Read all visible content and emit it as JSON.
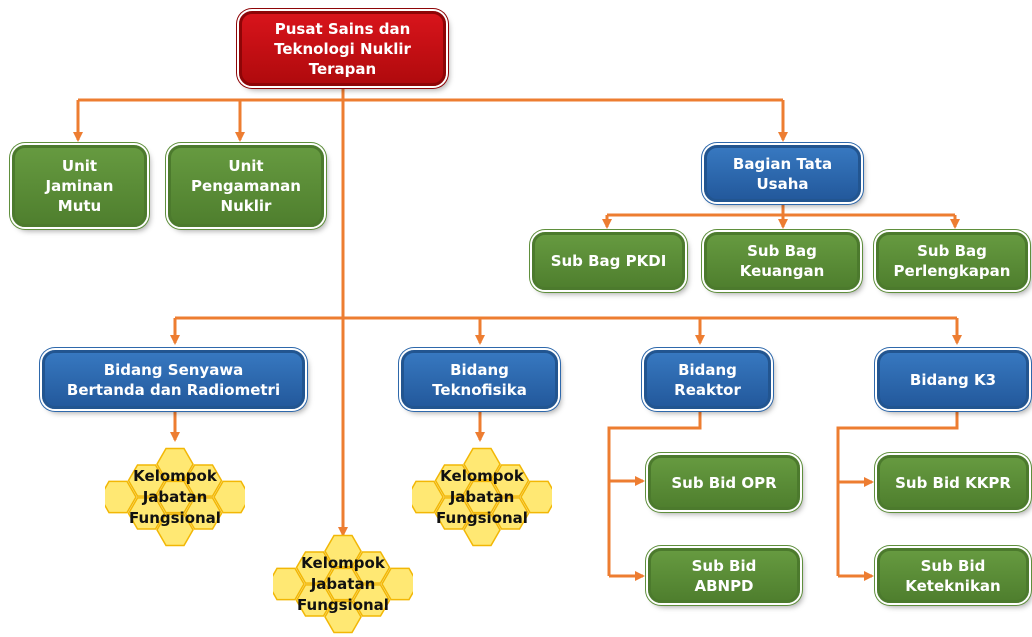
{
  "colors": {
    "connector": "#ed7d31",
    "root_fill": "#c00000",
    "unit_fill": "#5a8a36",
    "division_fill": "#2e6cb3",
    "honeycomb_fill": "#ffe873",
    "honeycomb_stroke": "#f2b705"
  },
  "root": {
    "label": "Pusat Sains dan\nTeknologi Nuklir\nTerapan"
  },
  "units": [
    {
      "label": "Unit\nJaminan\nMutu"
    },
    {
      "label": "Unit\nPengamanan\nNuklir"
    }
  ],
  "tata_usaha": {
    "label": "Bagian Tata\nUsaha",
    "subs": [
      {
        "label": "Sub Bag PKDI"
      },
      {
        "label": "Sub Bag\nKeuangan"
      },
      {
        "label": "Sub Bag\nPerlengkapan"
      }
    ]
  },
  "divisions": [
    {
      "label": "Bidang Senyawa\nBertanda dan Radiometri"
    },
    {
      "label": "Bidang\nTeknofisika"
    },
    {
      "label": "Bidang\nReaktor",
      "subs": [
        {
          "label": "Sub Bid OPR"
        },
        {
          "label": "Sub Bid\nABNPD"
        }
      ]
    },
    {
      "label": "Bidang K3",
      "subs": [
        {
          "label": "Sub Bid KKPR"
        },
        {
          "label": "Sub Bid\nKeteknikan"
        }
      ]
    }
  ],
  "functional_groups": [
    {
      "label": "Kelompok\nJabatan\nFungsional"
    },
    {
      "label": "Kelompok\nJabatan\nFungsional"
    },
    {
      "label": "Kelompok\nJabatan\nFungsional"
    }
  ]
}
